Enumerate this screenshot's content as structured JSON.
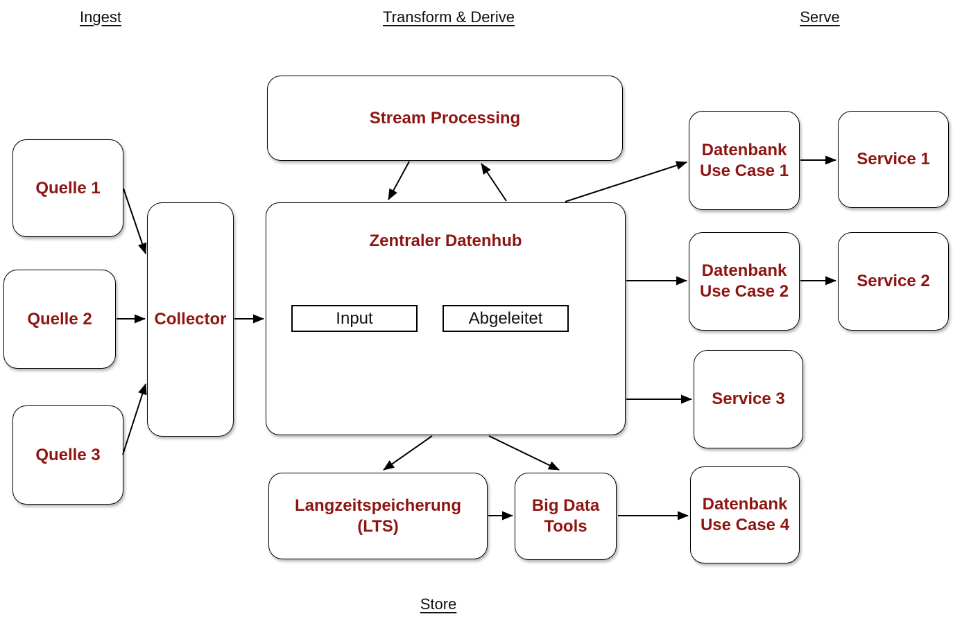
{
  "headers": {
    "ingest": "Ingest",
    "transform": "Transform & Derive",
    "serve": "Serve",
    "store": "Store"
  },
  "nodes": {
    "quelle1": {
      "label": "Quelle 1"
    },
    "quelle2": {
      "label": "Quelle 2"
    },
    "quelle3": {
      "label": "Quelle 3"
    },
    "collector": {
      "label": "Collector"
    },
    "stream_processing": {
      "label": "Stream Processing"
    },
    "datenhub": {
      "label": "Zentraler Datenhub",
      "input": "Input",
      "derived": "Abgeleitet"
    },
    "usecase1": {
      "label": "Datenbank\nUse Case 1"
    },
    "usecase2": {
      "label": "Datenbank\nUse Case 2"
    },
    "usecase4": {
      "label": "Datenbank\nUse Case 4"
    },
    "service1": {
      "label": "Service 1"
    },
    "service2": {
      "label": "Service 2"
    },
    "service3": {
      "label": "Service 3"
    },
    "lts": {
      "label": "Langzeitspeicherung (LTS)"
    },
    "bigdata": {
      "label": "Big Data\nTools"
    }
  },
  "colors": {
    "node_label": "#8e1511",
    "line": "#000000",
    "background": "#ffffff"
  }
}
